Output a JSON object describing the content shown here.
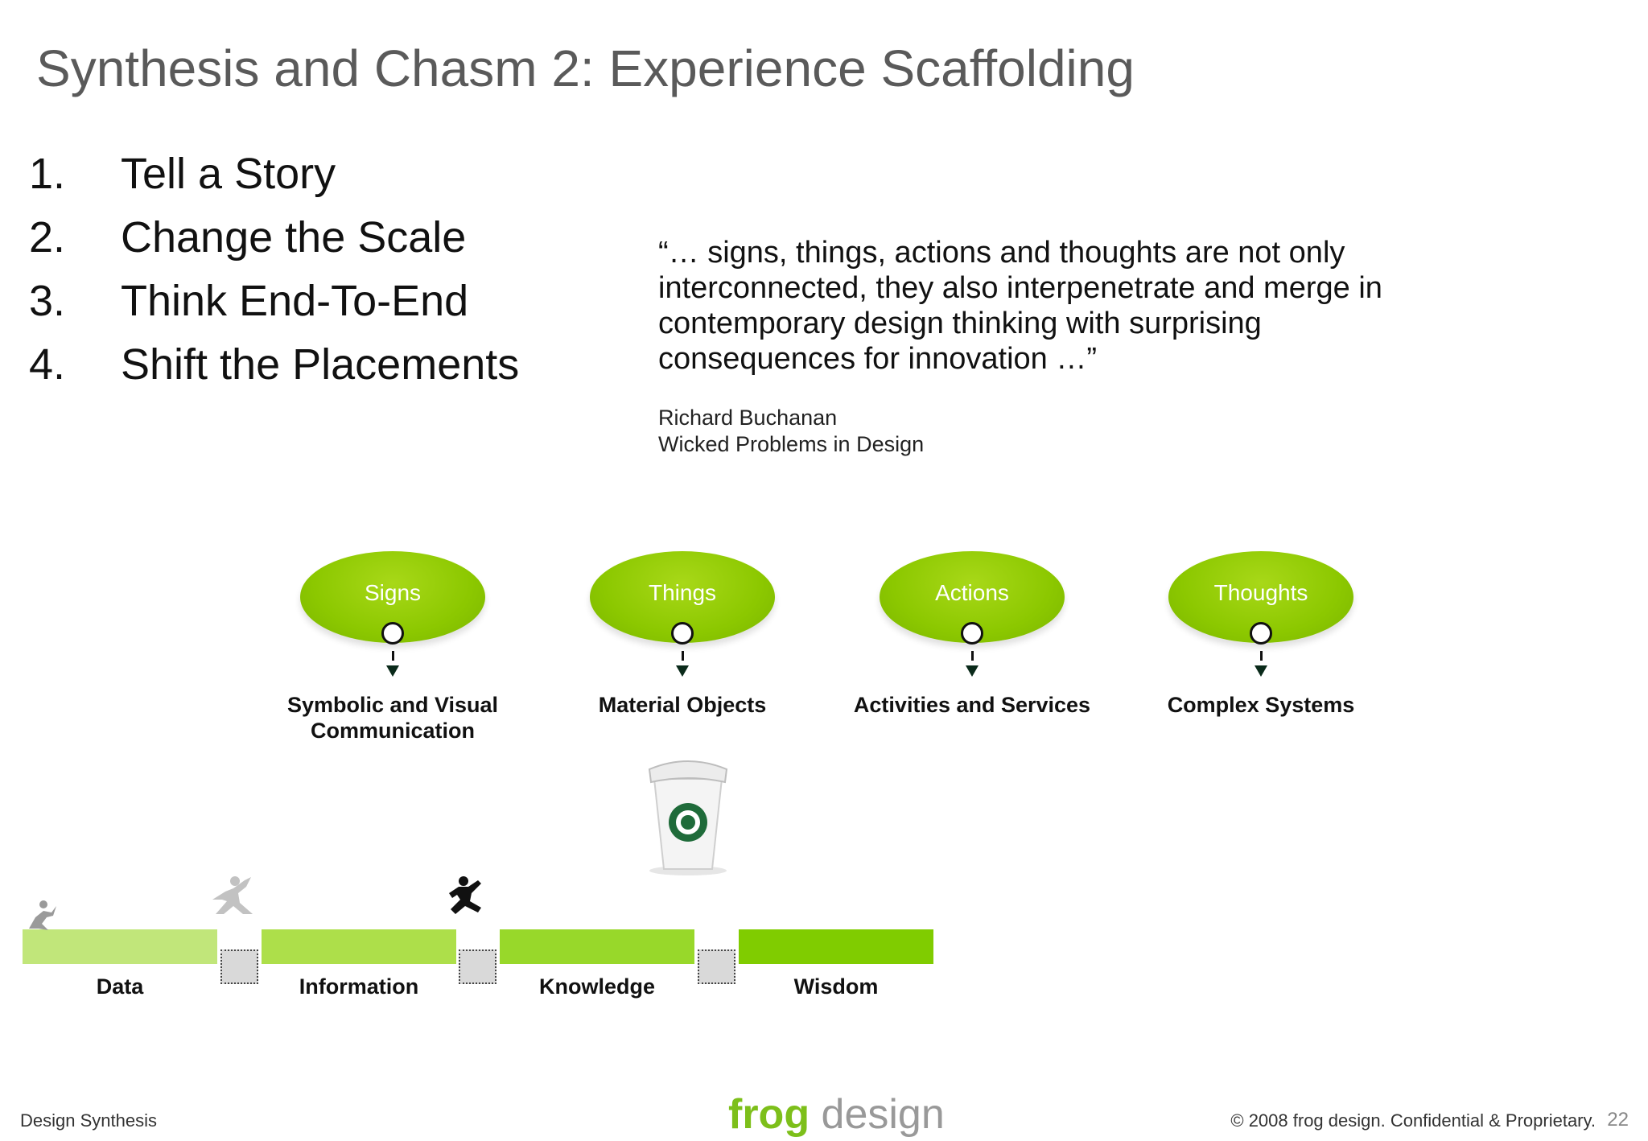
{
  "title": "Synthesis and Chasm 2: Experience Scaffolding",
  "list": [
    {
      "num": "1.",
      "text": "Tell a Story"
    },
    {
      "num": "2.",
      "text": "Change the Scale"
    },
    {
      "num": "3.",
      "text": "Think End-To-End"
    },
    {
      "num": "4.",
      "text": "Shift the Placements"
    }
  ],
  "quote": {
    "lines": [
      "“… signs, things, actions and thoughts are not only",
      "interconnected, they also interpenetrate and merge in",
      "contemporary design thinking with surprising",
      "consequences for innovation …”"
    ],
    "author": "Richard Buchanan",
    "source": "Wicked Problems in Design"
  },
  "nodes": [
    {
      "label": "Signs",
      "caption_lines": [
        "Symbolic and Visual",
        "Communication"
      ]
    },
    {
      "label": "Things",
      "caption_lines": [
        "Material Objects"
      ]
    },
    {
      "label": "Actions",
      "caption_lines": [
        "Activities and Services"
      ]
    },
    {
      "label": "Thoughts",
      "caption_lines": [
        "Complex Systems"
      ]
    }
  ],
  "stages": [
    {
      "label": "Data",
      "color": "#c1e67a"
    },
    {
      "label": "Information",
      "color": "#addf4a"
    },
    {
      "label": "Knowledge",
      "color": "#98d82a"
    },
    {
      "label": "Wisdom",
      "color": "#80cc00"
    }
  ],
  "accent_color": "#8cc800",
  "footer": {
    "left": "Design Synthesis",
    "logo_frog": "frog",
    "logo_design": " design",
    "copyright": "© 2008 frog design. Confidential & Proprietary.",
    "page": "22"
  }
}
